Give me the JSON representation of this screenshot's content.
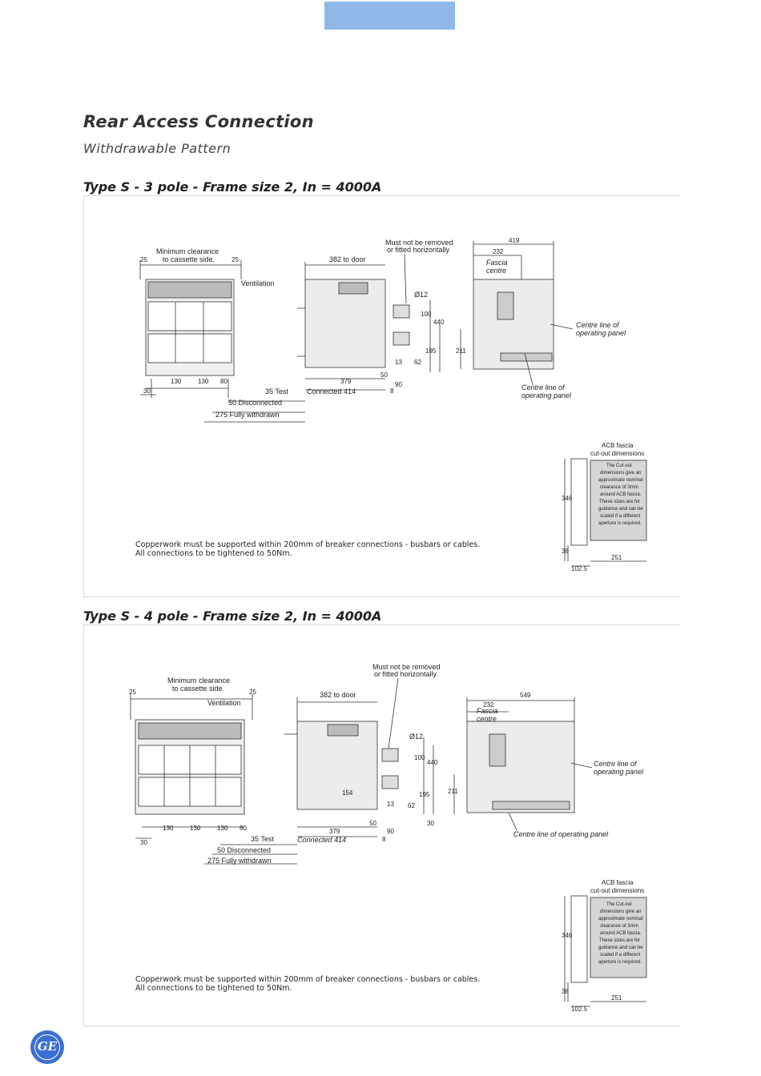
{
  "header": {
    "title": "Rear Access Connection",
    "subtitle": "Withdrawable Pattern"
  },
  "sections": [
    {
      "heading": "Type S - 3 pole - Frame size 2, In = 4000A",
      "labels": {
        "min_clearance": "Minimum clearance",
        "to_cassette": "to cassette side.",
        "ventilation": "Ventilation",
        "door": "382 to door",
        "must_not": "Must not be removed",
        "or_fitted": "or fitted horizontally",
        "dia": "Ø12",
        "fascia": "Fascia",
        "centre": "centre",
        "centre_line_1": "Centre line of",
        "centre_line_2": "operating panel",
        "test": "35 Test",
        "disconnected": "50 Disconnected",
        "withdrawn": "275 Fully withdrawn",
        "connected": "Connected 414",
        "acb_fascia": "ACB fascia",
        "cutout_dims": "cut-out dimensions",
        "width_total": "419",
        "width_centre": "232"
      },
      "cutout_note": [
        "The Cut-out",
        "dimensions give an",
        "approximate nominal",
        "clearance of 3mm",
        "around ACB fascia.",
        "These sizes are for",
        "guidance and can be",
        "scaled if a different",
        "aperture is required."
      ],
      "note_lines": [
        "Copperwork must be supported within 200mm of breaker connections - busbars or cables.",
        "All connections to be tightened to 50Nm."
      ]
    },
    {
      "heading": "Type S - 4 pole - Frame size 2, In = 4000A",
      "labels": {
        "min_clearance": "Minimum clearance",
        "to_cassette": "to cassette side.",
        "ventilation": "Ventilation",
        "door": "382 to door",
        "must_not": "Must not be removed",
        "or_fitted": "or  fitted horizontally",
        "dia": "Ø12",
        "fascia": "Fascia",
        "centre": "centre",
        "centre_line_1": "Centre line of",
        "centre_line_2": "operating panel",
        "centre_line_bottom": "Centre  line of operating panel",
        "test": "35 Test",
        "disconnected": "50 Disconnected",
        "withdrawn": "275 Fully withdrawn",
        "connected": "Connected  414",
        "acb_fascia": "ACB fascia",
        "cutout_dims": "cut-out dimensions",
        "width_total": "549",
        "width_centre": "232"
      },
      "cutout_note": [
        "The Cut-out",
        "dimensions give an",
        "approximate nominal",
        "clearance of 3mm",
        "around ACB fascia.",
        "These sizes are for",
        "guidance and can be",
        "scaled if a different",
        "aperture is required."
      ],
      "note_lines": [
        "Copperwork must be supported within 200mm of breaker connections - busbars or cables.",
        "All connections to be tightened to 50Nm."
      ]
    }
  ],
  "dims": {
    "d25": "25",
    "d30": "30",
    "d130": "130",
    "d80": "80",
    "d379": "379",
    "d50": "50",
    "d90": "90",
    "d8": "8",
    "d13": "13",
    "d100": "100",
    "d440": "440",
    "d195": "195",
    "d62": "62",
    "d211": "211",
    "d346": "346",
    "d38": "38",
    "d251": "251",
    "d1025": "102.5",
    "d154": "154"
  },
  "logo": {
    "text": "GE"
  }
}
